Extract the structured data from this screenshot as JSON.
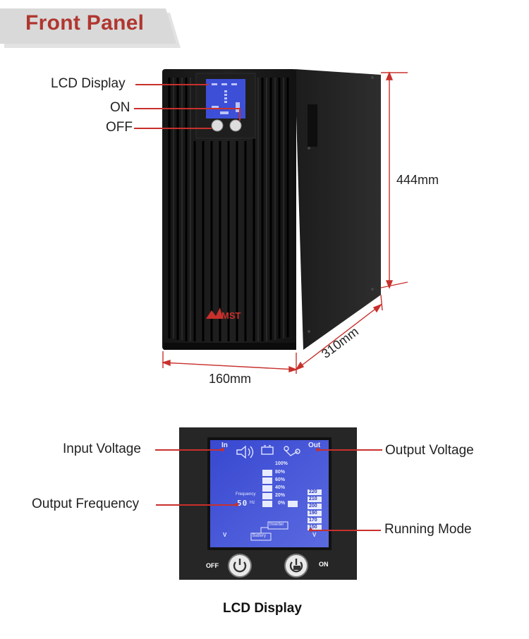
{
  "header": {
    "title": "Front Panel"
  },
  "front_panel": {
    "callouts": {
      "lcd": "LCD Display",
      "on": "ON",
      "off": "OFF"
    },
    "brand": "MST",
    "dimensions": {
      "height": "444mm",
      "width": "160mm",
      "depth": "310mm"
    }
  },
  "lcd_detail": {
    "callouts": {
      "input_voltage": "Input Voltage",
      "output_voltage": "Output Voltage",
      "output_frequency": "Output Frequency",
      "running_mode": "Running Mode"
    },
    "screen": {
      "in_label": "In",
      "out_label": "Out",
      "load_levels": [
        "100%",
        "80%",
        "60%",
        "40%",
        "20%",
        "0%"
      ],
      "voltage_scale": [
        "220",
        "210",
        "200",
        "190",
        "170",
        "150"
      ],
      "frequency_label": "Frequency",
      "frequency_value": "50",
      "frequency_unit": "Hz",
      "inverter_label": "Inverter",
      "battery_label": "Battery",
      "v_left": "V",
      "v_right": "V"
    },
    "buttons": {
      "off": "OFF",
      "on": "ON"
    },
    "caption": "LCD Display"
  },
  "colors": {
    "accent_red": "#c8302c",
    "title_red": "#b0362f",
    "lcd_blue": "#4a5ad8"
  }
}
